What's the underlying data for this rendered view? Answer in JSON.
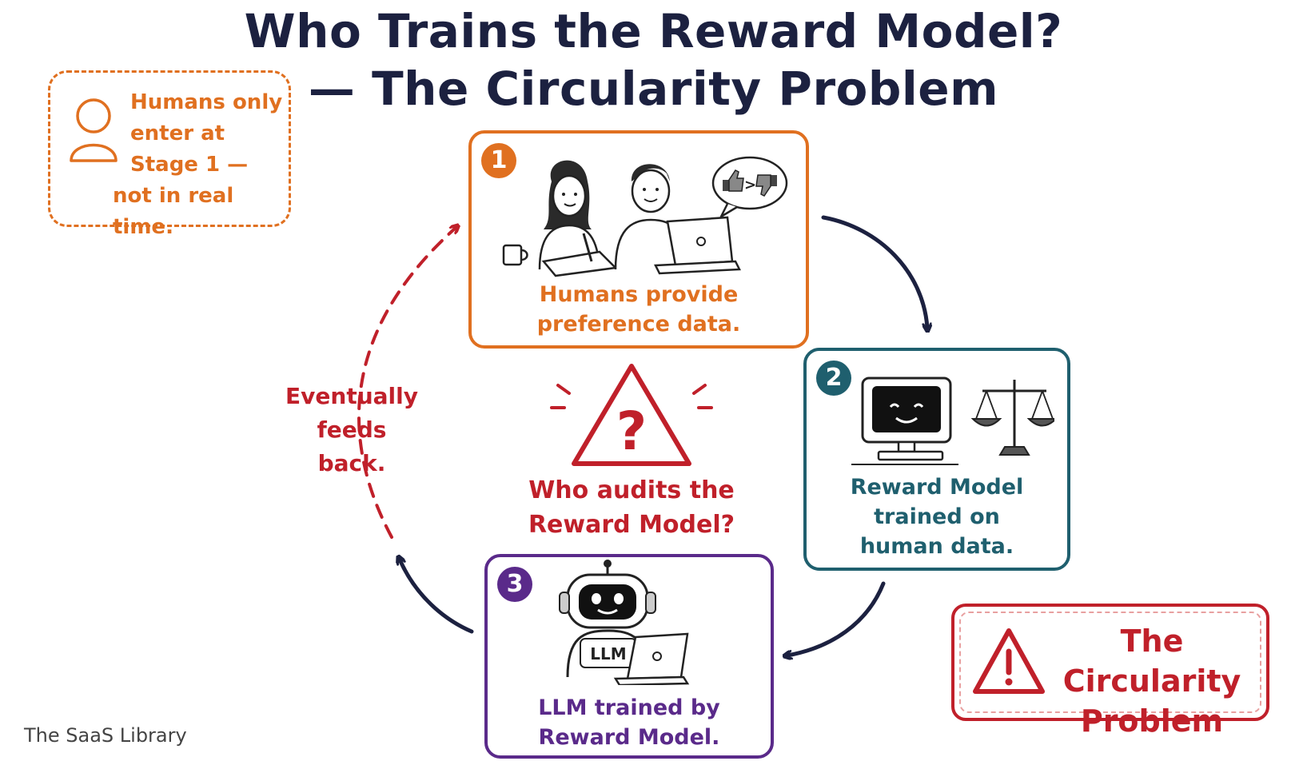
{
  "title": {
    "line1": "Who Trains the Reward Model?",
    "line2": "— The Circularity Problem"
  },
  "note": {
    "line1": "Humans only",
    "line2": "enter at",
    "line3": "Stage 1 —",
    "line4": "not in real time."
  },
  "stages": [
    {
      "number": "1",
      "line1": "Humans provide",
      "line2": "preference data."
    },
    {
      "number": "2",
      "line1": "Reward Model",
      "line2": "trained on",
      "line3": "human data."
    },
    {
      "number": "3",
      "line1": "LLM trained by",
      "line2": "Reward Model.",
      "laptop_label": "LLM"
    }
  ],
  "feedback": {
    "line1": "Eventually",
    "line2": "feeds back."
  },
  "audit": {
    "line1": "Who audits the",
    "line2": "Reward Model?"
  },
  "problem": {
    "line1": "The Circularity",
    "line2": "Problem"
  },
  "brand": "The SaaS Library",
  "colors": {
    "title": "#1c2140",
    "stage1": "#e07020",
    "stage2": "#1f5f6e",
    "stage3": "#5a2a8a",
    "warning": "#c0202a",
    "arrow": "#1c2140"
  },
  "icons": [
    "person-icon",
    "thumbs-up-icon",
    "thumbs-down-icon",
    "monitor-face-icon",
    "scales-icon",
    "robot-icon",
    "laptop-icon",
    "warning-icon",
    "question-mark-icon"
  ]
}
